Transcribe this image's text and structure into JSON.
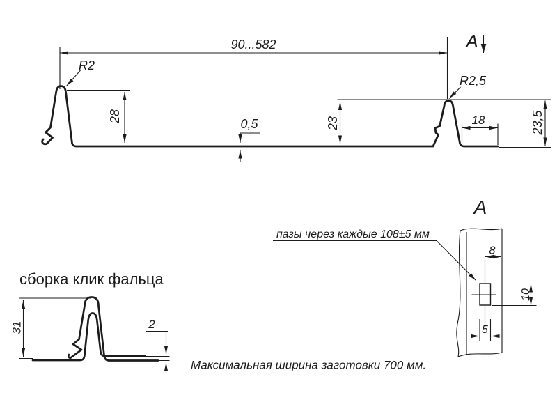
{
  "colors": {
    "background": "#ffffff",
    "ink": "#1c1c1c"
  },
  "profile_view": {
    "width_dim": "90...582",
    "radius_left": "R2",
    "height_left_dim": "28",
    "thickness_dim": "0,5",
    "height_right_dim": "23",
    "radius_right": "R2,5",
    "flange_dim": "18",
    "overall_height_dim": "23,5",
    "section_mark": "A"
  },
  "assembly_view": {
    "title": "сборка клик фальца",
    "height_dim": "31",
    "overlap_gap_dim": "2"
  },
  "detail_view": {
    "label": "A",
    "slot_note": "пазы через каждые 108±5 мм",
    "edge_offset_dim": "8",
    "slot_height_dim": "10",
    "slot_width_dim": "5"
  },
  "footer": {
    "note": "Максимальная ширина заготовки 700 мм."
  }
}
